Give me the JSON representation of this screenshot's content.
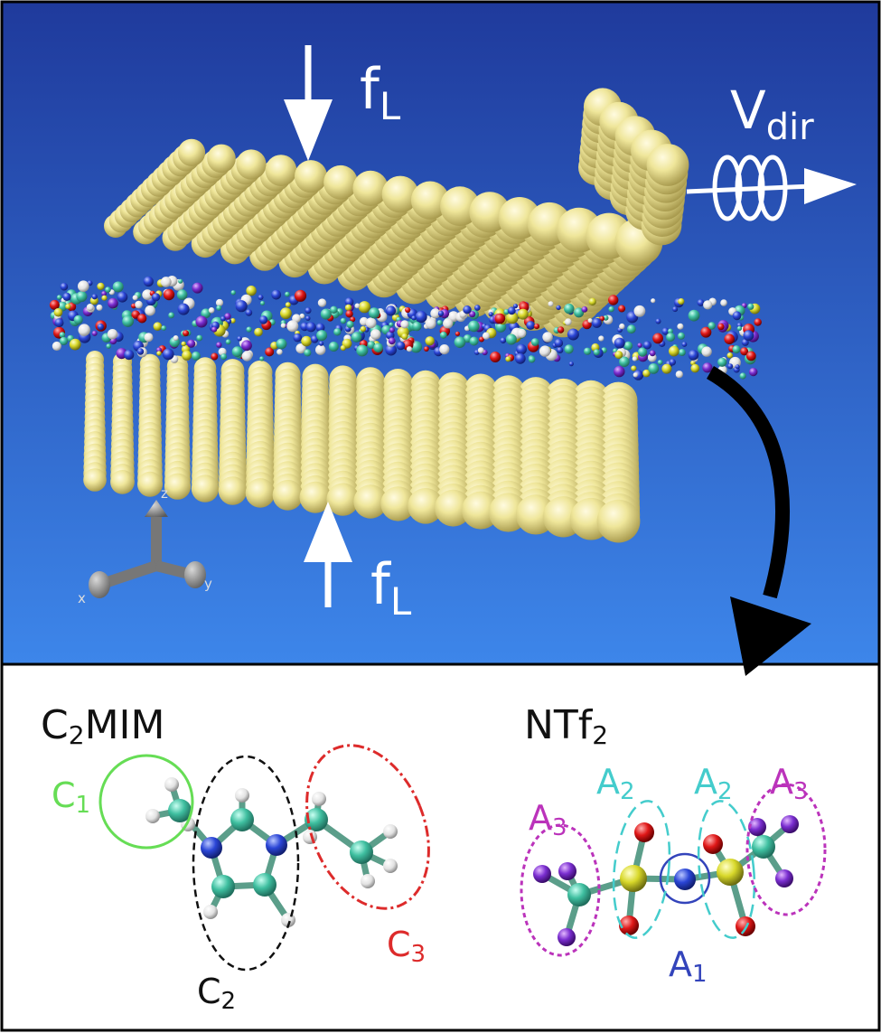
{
  "top_panel": {
    "load_label_top": {
      "main": "f",
      "sub": "L"
    },
    "load_label_bottom": {
      "main": "f",
      "sub": "L"
    },
    "velocity_label": {
      "main": "V",
      "sub": "dir"
    },
    "axes": {
      "z": "z",
      "x": "x",
      "y": "y"
    },
    "colors": {
      "bg_top": "#2040a0",
      "bg_bottom": "#3c82e8",
      "gold": "#efe69a",
      "arrow": "#ffffff"
    }
  },
  "bottom_panel": {
    "cation": {
      "name": {
        "a": "C",
        "sub": "2",
        "b": "MIM"
      },
      "group1": {
        "main": "C",
        "sub": "1",
        "color": "#66dd55"
      },
      "group2": {
        "main": "C",
        "sub": "2",
        "color": "#111111"
      },
      "group3": {
        "main": "C",
        "sub": "3",
        "color": "#dd2b2b"
      }
    },
    "anion": {
      "name": {
        "a": "NTf",
        "sub": "2"
      },
      "group1": {
        "main": "A",
        "sub": "1",
        "color": "#3344bb"
      },
      "group2_left": {
        "main": "A",
        "sub": "2",
        "color": "#44cccc"
      },
      "group2_right": {
        "main": "A",
        "sub": "2",
        "color": "#44cccc"
      },
      "group3_left": {
        "main": "A",
        "sub": "3",
        "color": "#bb33bb"
      },
      "group3_right": {
        "main": "A",
        "sub": "3",
        "color": "#bb33bb"
      }
    }
  }
}
